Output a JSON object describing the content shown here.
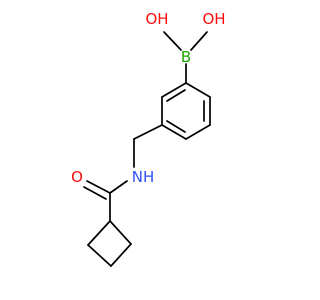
{
  "atoms": {
    "oh_left": {
      "text": "OH",
      "color": "#ff0d0d"
    },
    "oh_right": {
      "text": "OH",
      "color": "#ff0d0d"
    },
    "boron": {
      "text": "B",
      "color": "#1faa00"
    },
    "nitrogen": {
      "text": "NH",
      "color": "#3050f8"
    },
    "oxygen": {
      "text": "O",
      "color": "#ff0d0d"
    }
  },
  "colors": {
    "bond": "#000000",
    "background": "#ffffff"
  }
}
